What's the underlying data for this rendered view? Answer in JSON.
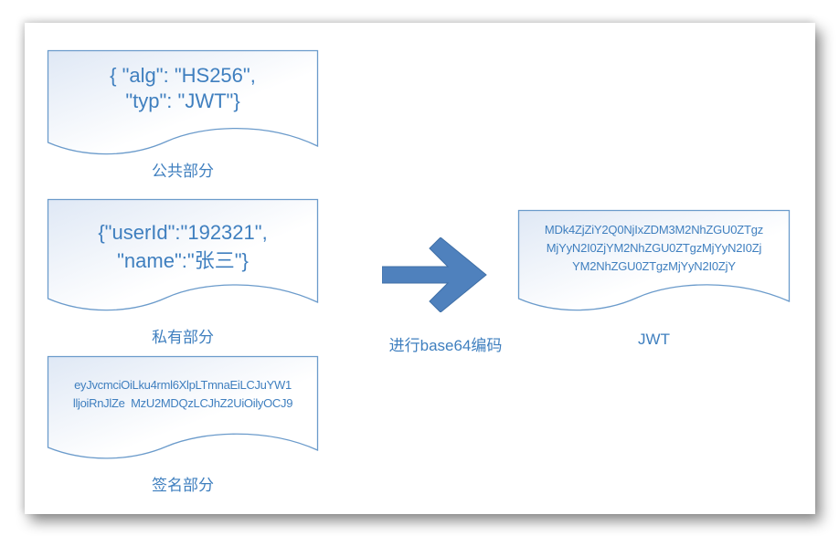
{
  "colors": {
    "border": "#6b9bcb",
    "text": "#3f7fbf",
    "arrow": "#4f81bd",
    "fill_start": "#dfe8f5",
    "fill_end": "#ffffff"
  },
  "documents": [
    {
      "id": "header",
      "lines": [
        "{ \"alg\": \"HS256\",",
        "\"typ\": \"JWT\"}"
      ],
      "label": "公共部分"
    },
    {
      "id": "payload",
      "lines": [
        "{\"userId\":\"192321\",",
        "\"name\":\"张三\"}"
      ],
      "label": "私有部分"
    },
    {
      "id": "signature",
      "lines": [
        "eyJvcmciOiLku4rml6XlpLTmnaEiLCJuYW1",
        "lljoiRnJlZe  MzU2MDQzLCJhZ2UiOilyOCJ9"
      ],
      "label": "签名部分"
    },
    {
      "id": "jwt",
      "lines": [
        "MDk4ZjZiY2Q0NjIxZDM3M2NhZGU0ZTgz",
        "MjYyN2I0ZjYM2NhZGU0ZTgzMjYyN2I0Zj",
        "YM2NhZGU0ZTgzMjYyN2I0ZjY"
      ],
      "label": "JWT"
    }
  ],
  "arrow": {
    "icon": "right-arrow-icon",
    "label": "进行base64编码"
  }
}
